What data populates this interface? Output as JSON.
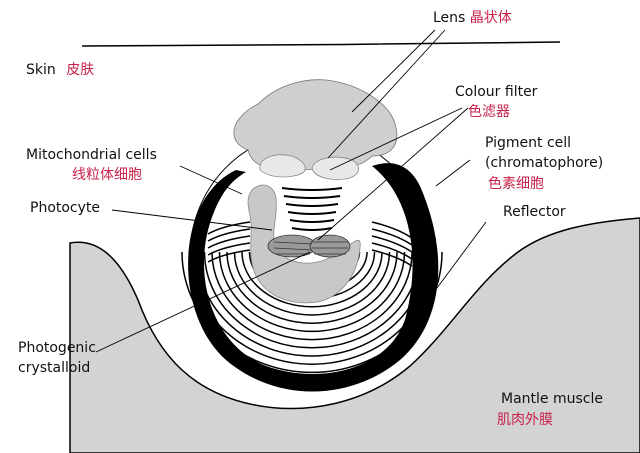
{
  "colors": {
    "chinese_label": "#c8234b",
    "muscle_gray": "#d3d3d3",
    "lens_gray": "#cfcfcf",
    "photocyte_gray": "#c8c8c8",
    "filter_gray": "#9a9a9a",
    "outline": "#000000"
  },
  "labels": {
    "lens_en": "Lens",
    "lens_cn": "晶状体",
    "skin_en": "Skin",
    "skin_cn": "皮肤",
    "colour_filter_en": "Colour filter",
    "colour_filter_cn": "色滤器",
    "pigment_cell_en": "Pigment cell",
    "chromatophore_en": "(chromatophore)",
    "pigment_cell_cn": "色素细胞",
    "mitochondrial_en": "Mitochondrial cells",
    "mitochondrial_cn": "线粒体细胞",
    "photocyte_en": "Photocyte",
    "reflector_en": "Reflector",
    "photogenic_en": "Photogenic",
    "crystalloid_en": "crystalloid",
    "mantle_en": "Mantle muscle",
    "mantle_cn": "肌肉外膜"
  }
}
